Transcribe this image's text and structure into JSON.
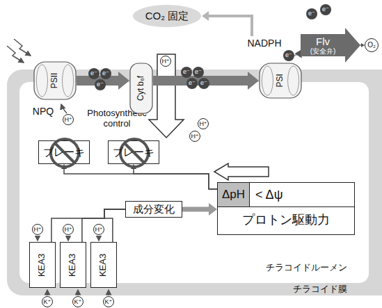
{
  "diagram": {
    "nodes": [
      {
        "text": [
          "CO₂ 固定"
        ]
      },
      {
        "text": [
          "NADPH"
        ]
      },
      {
        "text": [
          "Flv",
          "(安全弁)"
        ]
      },
      {
        "text": [
          "O₂"
        ]
      },
      {
        "text": [
          "PSII"
        ]
      },
      {
        "text": [
          "Cyt b₆f"
        ]
      },
      {
        "text": [
          "PSI"
        ]
      },
      {
        "text": [
          "ブレーキ"
        ]
      },
      {
        "text": [
          "ブレーキ"
        ]
      },
      {
        "text": [
          "成分変化"
        ]
      },
      {
        "text": [
          "ΔpH",
          "< Δψ",
          "プロトン駆動力"
        ]
      },
      {
        "text": [
          "KEA3"
        ]
      },
      {
        "text": [
          "KEA3"
        ]
      },
      {
        "text": [
          "KEA3"
        ]
      }
    ],
    "edges": [
      {
        "from": 4,
        "to": 5,
        "arrow": "to"
      },
      {
        "from": 5,
        "to": 6,
        "arrow": "to"
      },
      {
        "from": 1,
        "to": 0,
        "arrow": "to"
      },
      {
        "from": 2,
        "to": 3,
        "arrow": "to"
      },
      {
        "from": 10,
        "to": 7,
        "arrow": "to"
      },
      {
        "from": 10,
        "to": 8,
        "arrow": "to"
      },
      {
        "from": 9,
        "to": 10,
        "arrow": "to"
      },
      {
        "from": 11,
        "to": 9,
        "arrow": "none"
      },
      {
        "from": 12,
        "to": 9,
        "arrow": "none"
      },
      {
        "from": 13,
        "to": 9,
        "arrow": "none"
      }
    ],
    "labels": [
      "e⁻",
      "e⁻",
      "e⁻",
      "H⁺",
      "e⁻",
      "e⁻",
      "e⁻",
      "e⁻",
      "e⁻",
      "e⁻",
      "e⁻",
      "NPQ",
      "H⁺",
      "Photosynthetic control",
      "H⁺",
      "H⁺",
      "H⁺",
      "H⁺",
      "H⁺",
      "K⁺",
      "K⁺",
      "K⁺",
      "チラコイドルーメン",
      "チラコイド膜"
    ]
  }
}
